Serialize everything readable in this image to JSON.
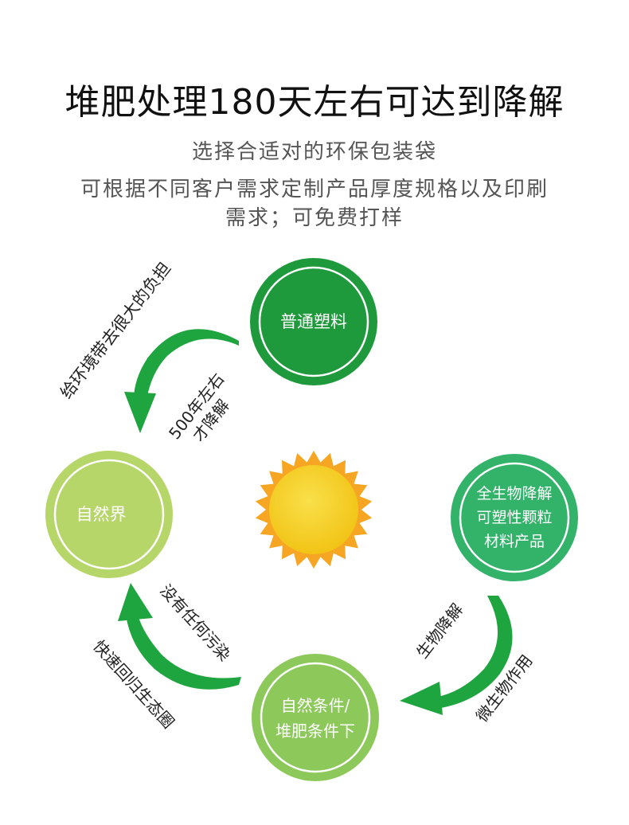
{
  "title": "堆肥处理180天左右可达到降解",
  "subtitle": "选择合适对的环保包装袋",
  "description_lines": [
    "可根据不同客户需求定制产品厚度规格以及印刷",
    "需求；可免费打样"
  ],
  "nodes": {
    "plastic": {
      "label": "普通塑料"
    },
    "nature": {
      "label": "自然界"
    },
    "biomaterial": {
      "lines": [
        "全生物降解",
        "可塑性颗粒",
        "材料产品"
      ]
    },
    "compost": {
      "lines": [
        "自然条件/",
        "堆肥条件下"
      ]
    }
  },
  "arrow_labels": {
    "burden": "给环境带去很大的负担",
    "years_line1": "500年左右",
    "years_line2": "才降解",
    "no_pollution": "没有任何污染",
    "return_eco": "快速回归生态圈",
    "bio_degrade": "生物降解",
    "microbe": "微生物作用"
  },
  "colors": {
    "plastic": "#1e9a3c",
    "nature": "#b6d66a",
    "biomaterial": "#33b26a",
    "compost": "#8cc95a",
    "arrow": "#1fa53f",
    "sun_core": "#f5d020",
    "sun_rays": "#f6a623"
  }
}
